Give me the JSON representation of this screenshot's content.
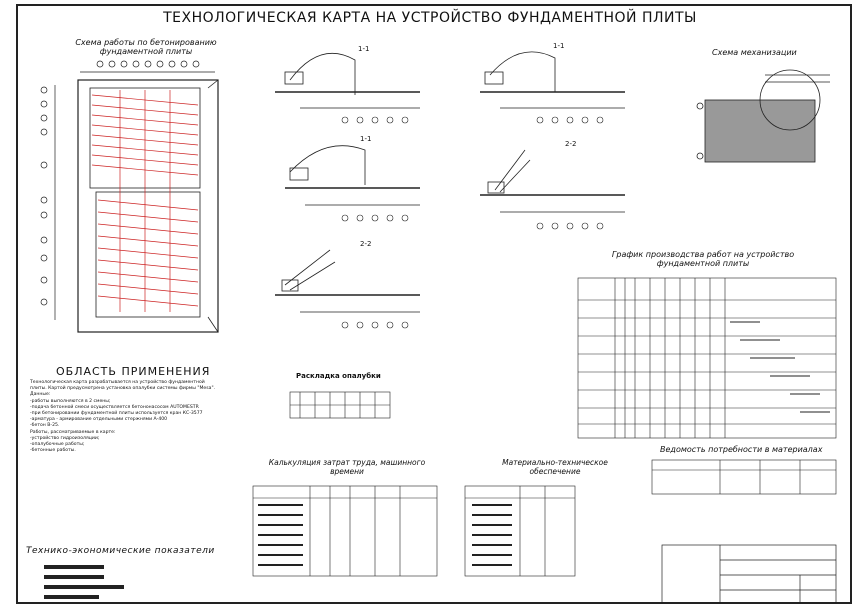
{
  "title": "ТЕХНОЛОГИЧЕСКАЯ КАРТА НА УСТРОЙСТВО ФУНДАМЕНТНОЙ ПЛИТЫ",
  "concreting_scheme": {
    "title_line1": "Схема работы по бетонированию",
    "title_line2": "фундаментной плиты"
  },
  "sections": {
    "s1a": "1-1",
    "s1b": "1-1",
    "s1c": "1-1",
    "s2a": "2-2",
    "s2b": "2-2"
  },
  "mechanization": {
    "title": "Схема механизации"
  },
  "schedule": {
    "title_line1": "График производства работ на устройство",
    "title_line2": "фундаментной плиты"
  },
  "scope": {
    "heading": "ОБЛАСТЬ ПРИМЕНЕНИЯ",
    "lines": [
      "Технологическая карта разрабатывается на устройство фундаментной",
      "плиты. Картой предусмотрена установка опалубки системы фирмы \"Mesa\".",
      "Данные:",
      "-работы выполняются в 2 смены;",
      "-подача бетонной смеси осуществляется бетононасосом AUTOMESTR",
      "-при бетонировании фундаментной плиты используется кран КС-3577",
      "-арматура - армирование отдельными стержнями А-400",
      "-бетон В-25.",
      "Работы, рассматриваемые в карте:",
      "-устройство гидроизоляции;",
      "-опалубочные работы;",
      "-бетонные работы."
    ]
  },
  "formwork": {
    "title": "Раскладка опалубки"
  },
  "labor": {
    "title_line1": "Калькуляция затрат труда, машинного",
    "title_line2": "времени"
  },
  "supply": {
    "title_line1": "Материально-техническое",
    "title_line2": "обеспечение"
  },
  "materials": {
    "title": "Ведомость потребности в материалах"
  },
  "tep": {
    "title": "Технико-экономические показатели"
  }
}
